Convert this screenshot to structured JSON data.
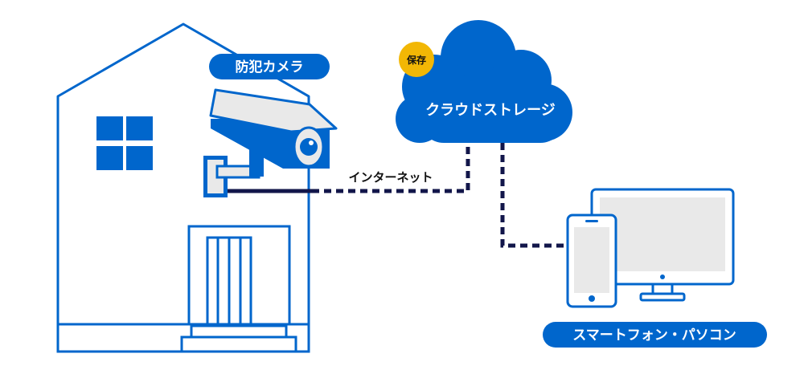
{
  "labels": {
    "camera": "防犯カメラ",
    "cloud": "クラウドストレージ",
    "save_badge": "保存",
    "internet": "インターネット",
    "devices": "スマートフォン・パソコン"
  },
  "colors": {
    "primary_blue": "#0066cc",
    "navy_line": "#12164a",
    "badge_yellow": "#f2b705",
    "light_gray": "#e9e9e9"
  }
}
